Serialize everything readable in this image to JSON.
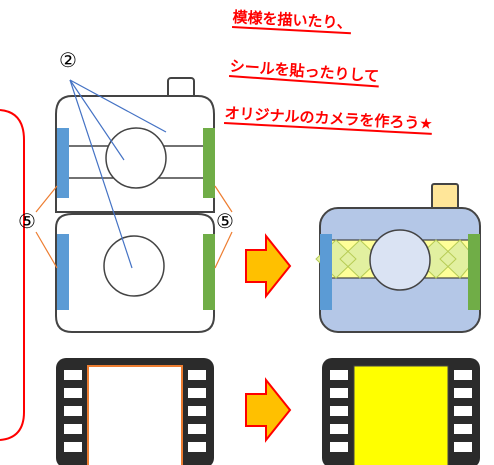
{
  "captions": {
    "line1": "模様を描いたり、",
    "line2": "シールを貼ったりして",
    "line3": "オリジナルのカメラを作ろう★"
  },
  "labels": {
    "two": "②",
    "five_left": "⑤",
    "five_right": "⑤"
  },
  "colors": {
    "caption_red": "#ff0000",
    "strap_blue": "#5b9bd5",
    "strap_green": "#70ad47",
    "arrow_fill": "#ffc000",
    "arrow_outline": "#ff0000",
    "film_dark": "#2b2b2b",
    "film_window_outline": "#ed7d31",
    "film_fill_yellow": "#ffff00",
    "body_blue": "#b4c7e7",
    "band_yellow": "#ffff99",
    "button_yellow": "#ffe699"
  }
}
